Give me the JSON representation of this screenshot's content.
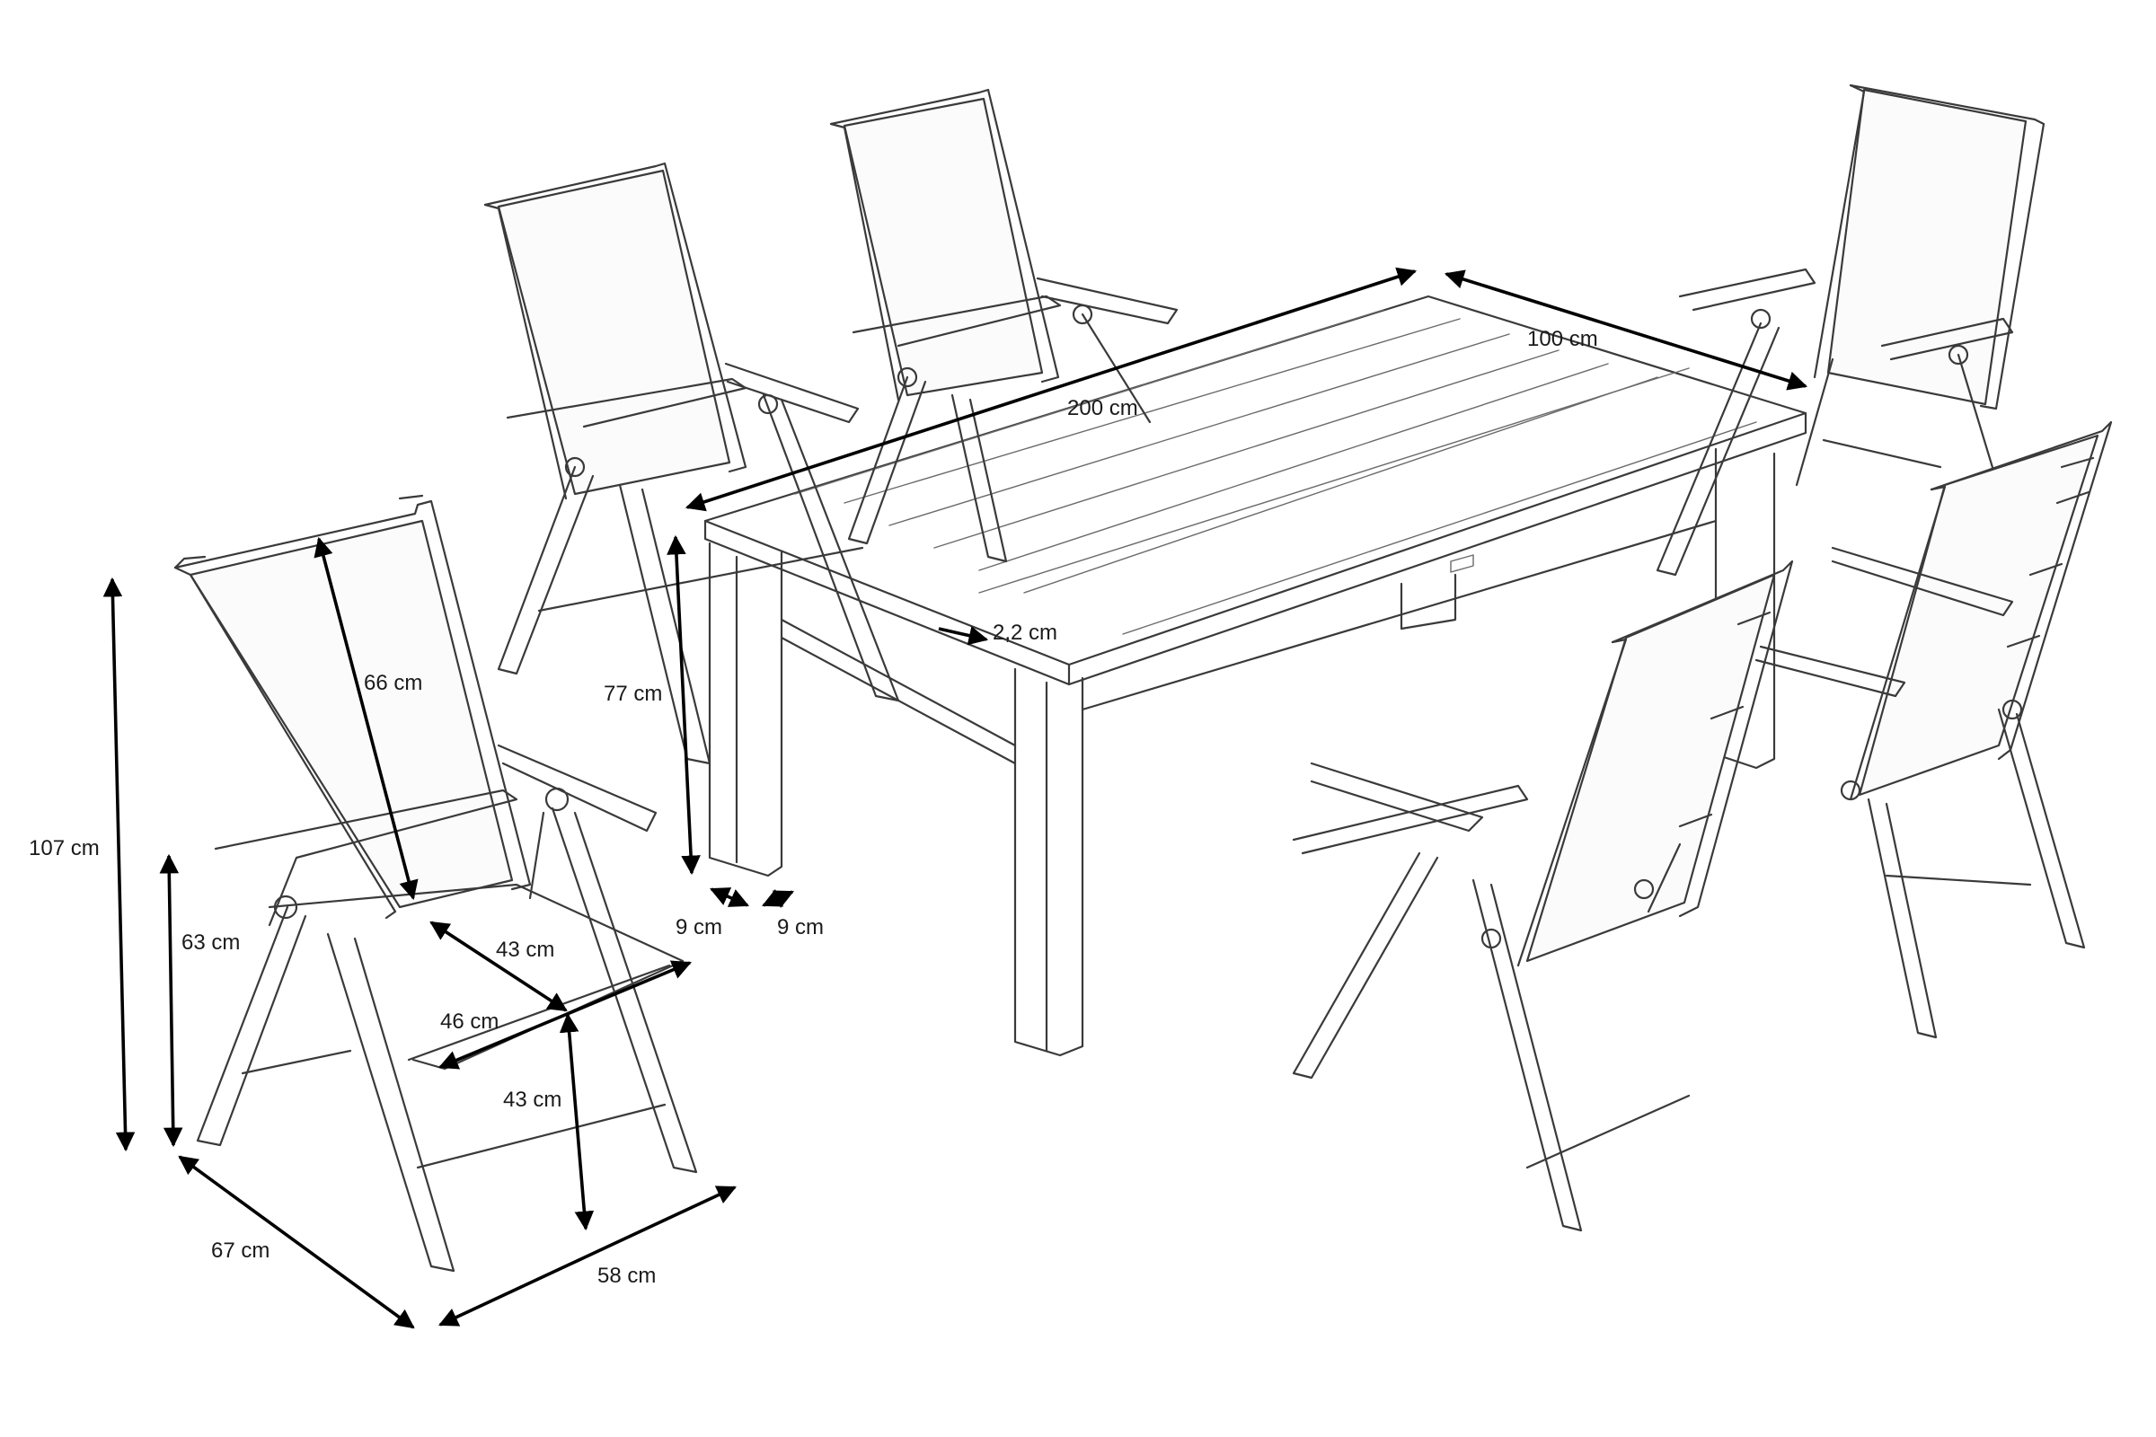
{
  "diagram": {
    "dimensions": {
      "table_length": "200 cm",
      "table_width": "100 cm",
      "table_height": "77 cm",
      "top_thickness": "2,2 cm",
      "leg_depth": "9 cm",
      "leg_width": "9 cm",
      "chair_height": "107 cm",
      "backrest_height": "66 cm",
      "armrest_height": "63 cm",
      "seat_depth": "43 cm",
      "seat_width": "46 cm",
      "seat_height": "43 cm",
      "chair_depth": "67 cm",
      "chair_width": "58 cm"
    },
    "colors": {
      "ink": "#3a3a3a",
      "dimension": "#000000",
      "background": "#ffffff"
    }
  }
}
